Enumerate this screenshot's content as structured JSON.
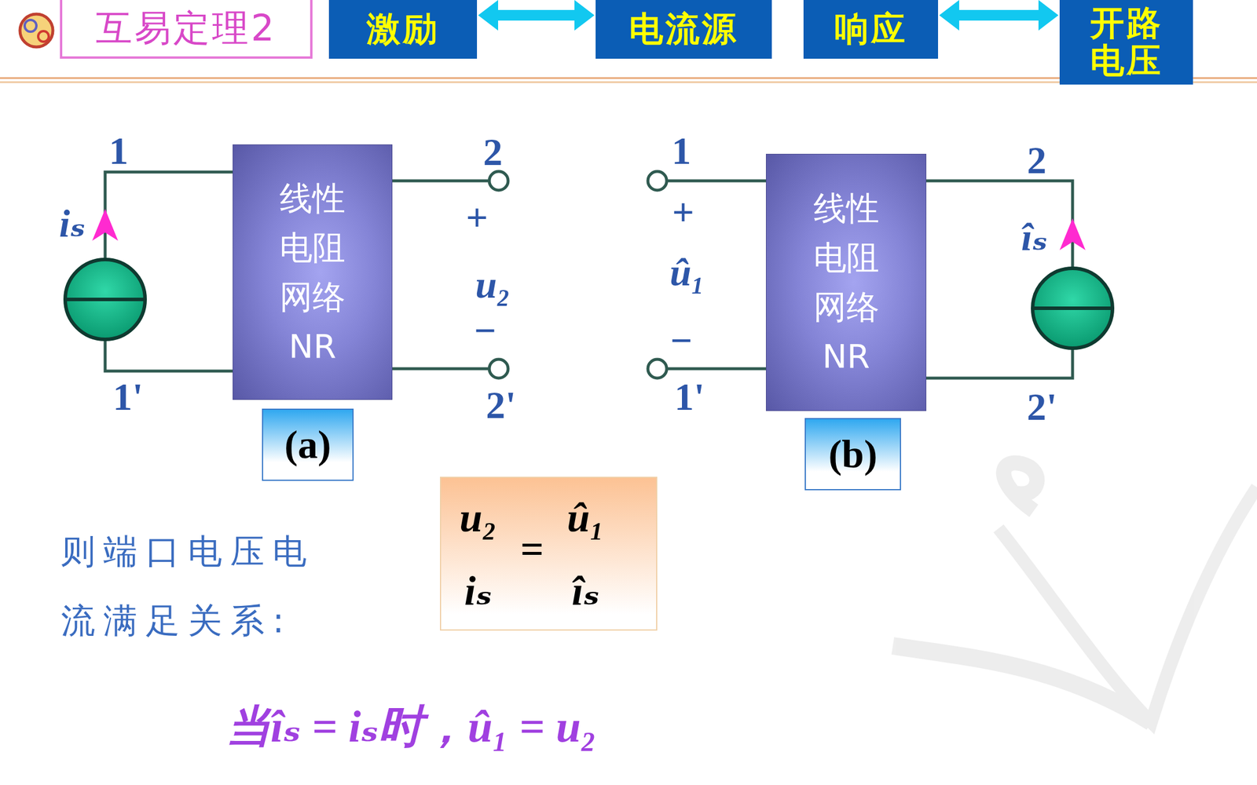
{
  "diagram": {
    "title": "互易定理2",
    "nodes": [
      {
        "text": [
          "激励"
        ]
      },
      {
        "text": [
          "电流源"
        ]
      },
      {
        "text": [
          "响应"
        ]
      },
      {
        "text": [
          "开路电压"
        ]
      },
      {
        "text": [
          "线性 电阻 网络 NR"
        ]
      },
      {
        "text": [
          "(a)"
        ]
      },
      {
        "text": [
          "线性 电阻 网络 NR"
        ]
      },
      {
        "text": [
          "(b)"
        ]
      },
      {
        "text": [
          "u₂",
          "iₛ",
          "=",
          "û₁",
          "îₛ"
        ]
      }
    ],
    "edges": [
      {
        "from": 0,
        "to": 1,
        "arrow": "both"
      },
      {
        "from": 2,
        "to": 3,
        "arrow": "both"
      }
    ],
    "labels": [
      "1",
      "1'",
      "2",
      "2'",
      "iₛ",
      "+",
      "u₂",
      "−",
      "1",
      "1'",
      "2",
      "2'",
      "+",
      "û₁",
      "−",
      "îₛ",
      "则端口电压电流满足关系:",
      "当îₛ = iₛ时，û₁ = u₂"
    ]
  }
}
